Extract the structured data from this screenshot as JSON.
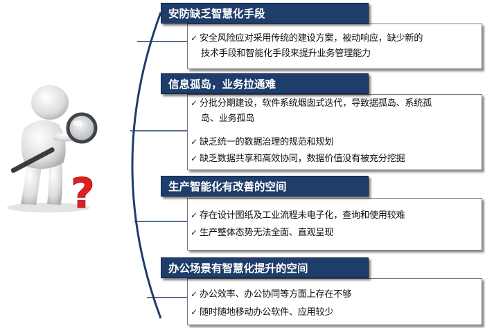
{
  "sections": [
    {
      "title": "安防缺乏智慧化手段",
      "items": [
        {
          "lines": [
            "安全风险应对采用传统的建设方案，被动响应，缺少新的",
            "技术手段和智能化手段来提升业务管理能力"
          ]
        }
      ]
    },
    {
      "title": "信息孤岛，业务拉通难",
      "items": [
        {
          "lines": [
            "分批分期建设，软件系统烟囱式迭代，导致据孤岛、系统孤",
            "岛、业务孤岛"
          ]
        },
        {
          "lines": [
            "缺乏统一的数据治理的规范和规划"
          ]
        },
        {
          "lines": [
            "缺乏数据共享和高效协同，数据价值没有被充分挖掘"
          ]
        }
      ]
    },
    {
      "title": "生产智能化有改善的空间",
      "items": [
        {
          "lines": [
            "存在设计图纸及工业流程未电子化，查询和使用较难"
          ]
        },
        {
          "lines": [
            "生产整体态势无法全面、直观呈现"
          ]
        }
      ]
    },
    {
      "title": "办公场景有智慧化提升的空间",
      "items": [
        {
          "lines": [
            "办公效率、办公协同等方面上存在不够"
          ]
        },
        {
          "lines": [
            "随时随地移动办公软件、应用较少"
          ]
        }
      ]
    }
  ],
  "check_glyph": "✓",
  "colors": {
    "tab_bg": "#1f3d6b",
    "arc": "#1f3d6b",
    "question": "#e02020"
  }
}
